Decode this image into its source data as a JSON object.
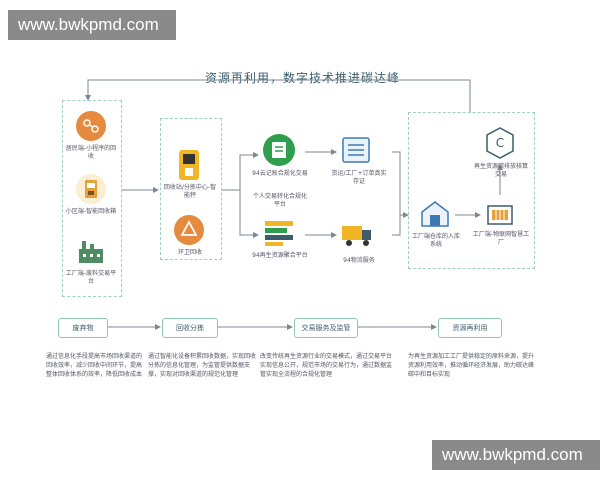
{
  "watermark": "www.bwkpmd.com",
  "title": "资源再利用，数字技术推进碳达峰",
  "sources": [
    {
      "label": "居民端-小程序的回收",
      "icon": "recycle-app-icon",
      "color": "#e58a3e"
    },
    {
      "label": "小区端-智能回收箱",
      "icon": "recycle-bin-icon",
      "color": "#e5a13e"
    },
    {
      "label": "工厂端-废料交易平台",
      "icon": "factory-icon",
      "color": "#4f8b63"
    }
  ],
  "collection": [
    {
      "label": "回收站/分拣中心-智能秤",
      "icon": "smart-scale-icon",
      "color": "#f0b626"
    },
    {
      "label": "环卫回收",
      "icon": "recycle-triangle-icon",
      "color": "#e58a3e"
    }
  ],
  "trade": [
    {
      "label": "94云记账合规化交易",
      "icon": "ledger-icon",
      "color": "#2f9e4d"
    },
    {
      "label": "个人交易转化合规化平台",
      "icon": "",
      "color": ""
    },
    {
      "label": "94再生资源聚合平台",
      "icon": "stack-icon",
      "color": "#f0b626"
    }
  ],
  "middle": [
    {
      "label": "货运/工厂+订单真实存证",
      "icon": "checklist-icon",
      "color": "#3d7ab3"
    },
    {
      "label": "94物流服务",
      "icon": "truck-icon",
      "color": "#3d5d6d"
    }
  ],
  "factory": [
    {
      "label": "再生资源碳排放核算交易",
      "icon": "carbon-c-icon",
      "color": "#3d5d6d"
    },
    {
      "label": "工厂端仓库的入库系统",
      "icon": "warehouse-icon",
      "color": "#3d7ab3"
    },
    {
      "label": "工厂端-物联网智慧工厂",
      "icon": "smart-factory-icon",
      "color": "#e5a13e"
    }
  ],
  "steps": [
    {
      "label": "废弃物"
    },
    {
      "label": "回收分拣"
    },
    {
      "label": "交易服务及监管"
    },
    {
      "label": "资源再利用"
    }
  ],
  "paragraphs": [
    "通过信息化手段提高市场回收渠道的回收效率，减少回收中间环节，提高整体回收体系的效率，降低回收成本",
    "通过智能化设备积累回收数据，实现回收分拣的信息化管理，为监管提供数据支撑，实现对回收渠道的规范化管理",
    "改变传统再生资源行业的交易模式，通过交易平台实现信息公开，规范市场的交易行为，通过数据监管实现全流程的合规化管理",
    "为再生资源加工工厂提供稳定的原料来源，提升资源利用效率，推动循环经济发展，助力碳达峰碳中和目标实现"
  ]
}
